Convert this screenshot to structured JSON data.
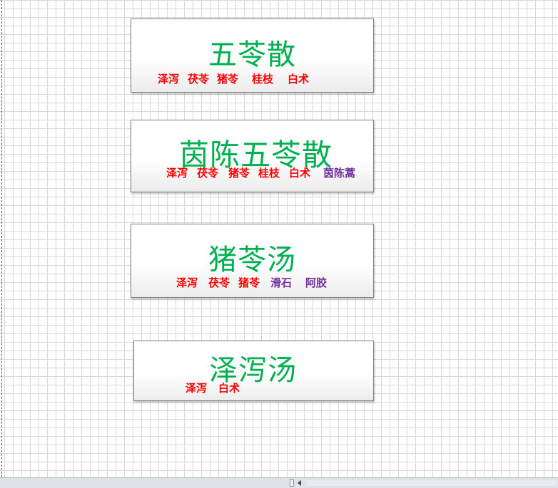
{
  "colors": {
    "title": "#00b050",
    "herb_red": "#ff0000",
    "herb_purple": "#7030a0"
  },
  "cards": [
    {
      "title": "五苓散",
      "herbs": [
        {
          "text": "泽泻",
          "color": "red"
        },
        {
          "text": "茯苓",
          "color": "red"
        },
        {
          "text": "猪苓",
          "color": "red"
        },
        {
          "text": "桂枝",
          "color": "red"
        },
        {
          "text": "白术",
          "color": "red"
        }
      ]
    },
    {
      "title": "茵陈五苓散",
      "herbs": [
        {
          "text": "泽泻",
          "color": "red"
        },
        {
          "text": "茯苓",
          "color": "red"
        },
        {
          "text": "猪苓",
          "color": "red"
        },
        {
          "text": "桂枝",
          "color": "red"
        },
        {
          "text": "白术",
          "color": "red"
        },
        {
          "text": "茵陈蒿",
          "color": "purple"
        }
      ]
    },
    {
      "title": "猪苓汤",
      "herbs": [
        {
          "text": "泽泻",
          "color": "red"
        },
        {
          "text": "茯苓",
          "color": "red"
        },
        {
          "text": "猪苓",
          "color": "red"
        },
        {
          "text": "滑石",
          "color": "purple"
        },
        {
          "text": "阿胶",
          "color": "purple"
        }
      ]
    },
    {
      "title": "泽泻汤",
      "herbs": [
        {
          "text": "泽泻",
          "color": "red"
        },
        {
          "text": "白术",
          "color": "red"
        }
      ]
    }
  ]
}
